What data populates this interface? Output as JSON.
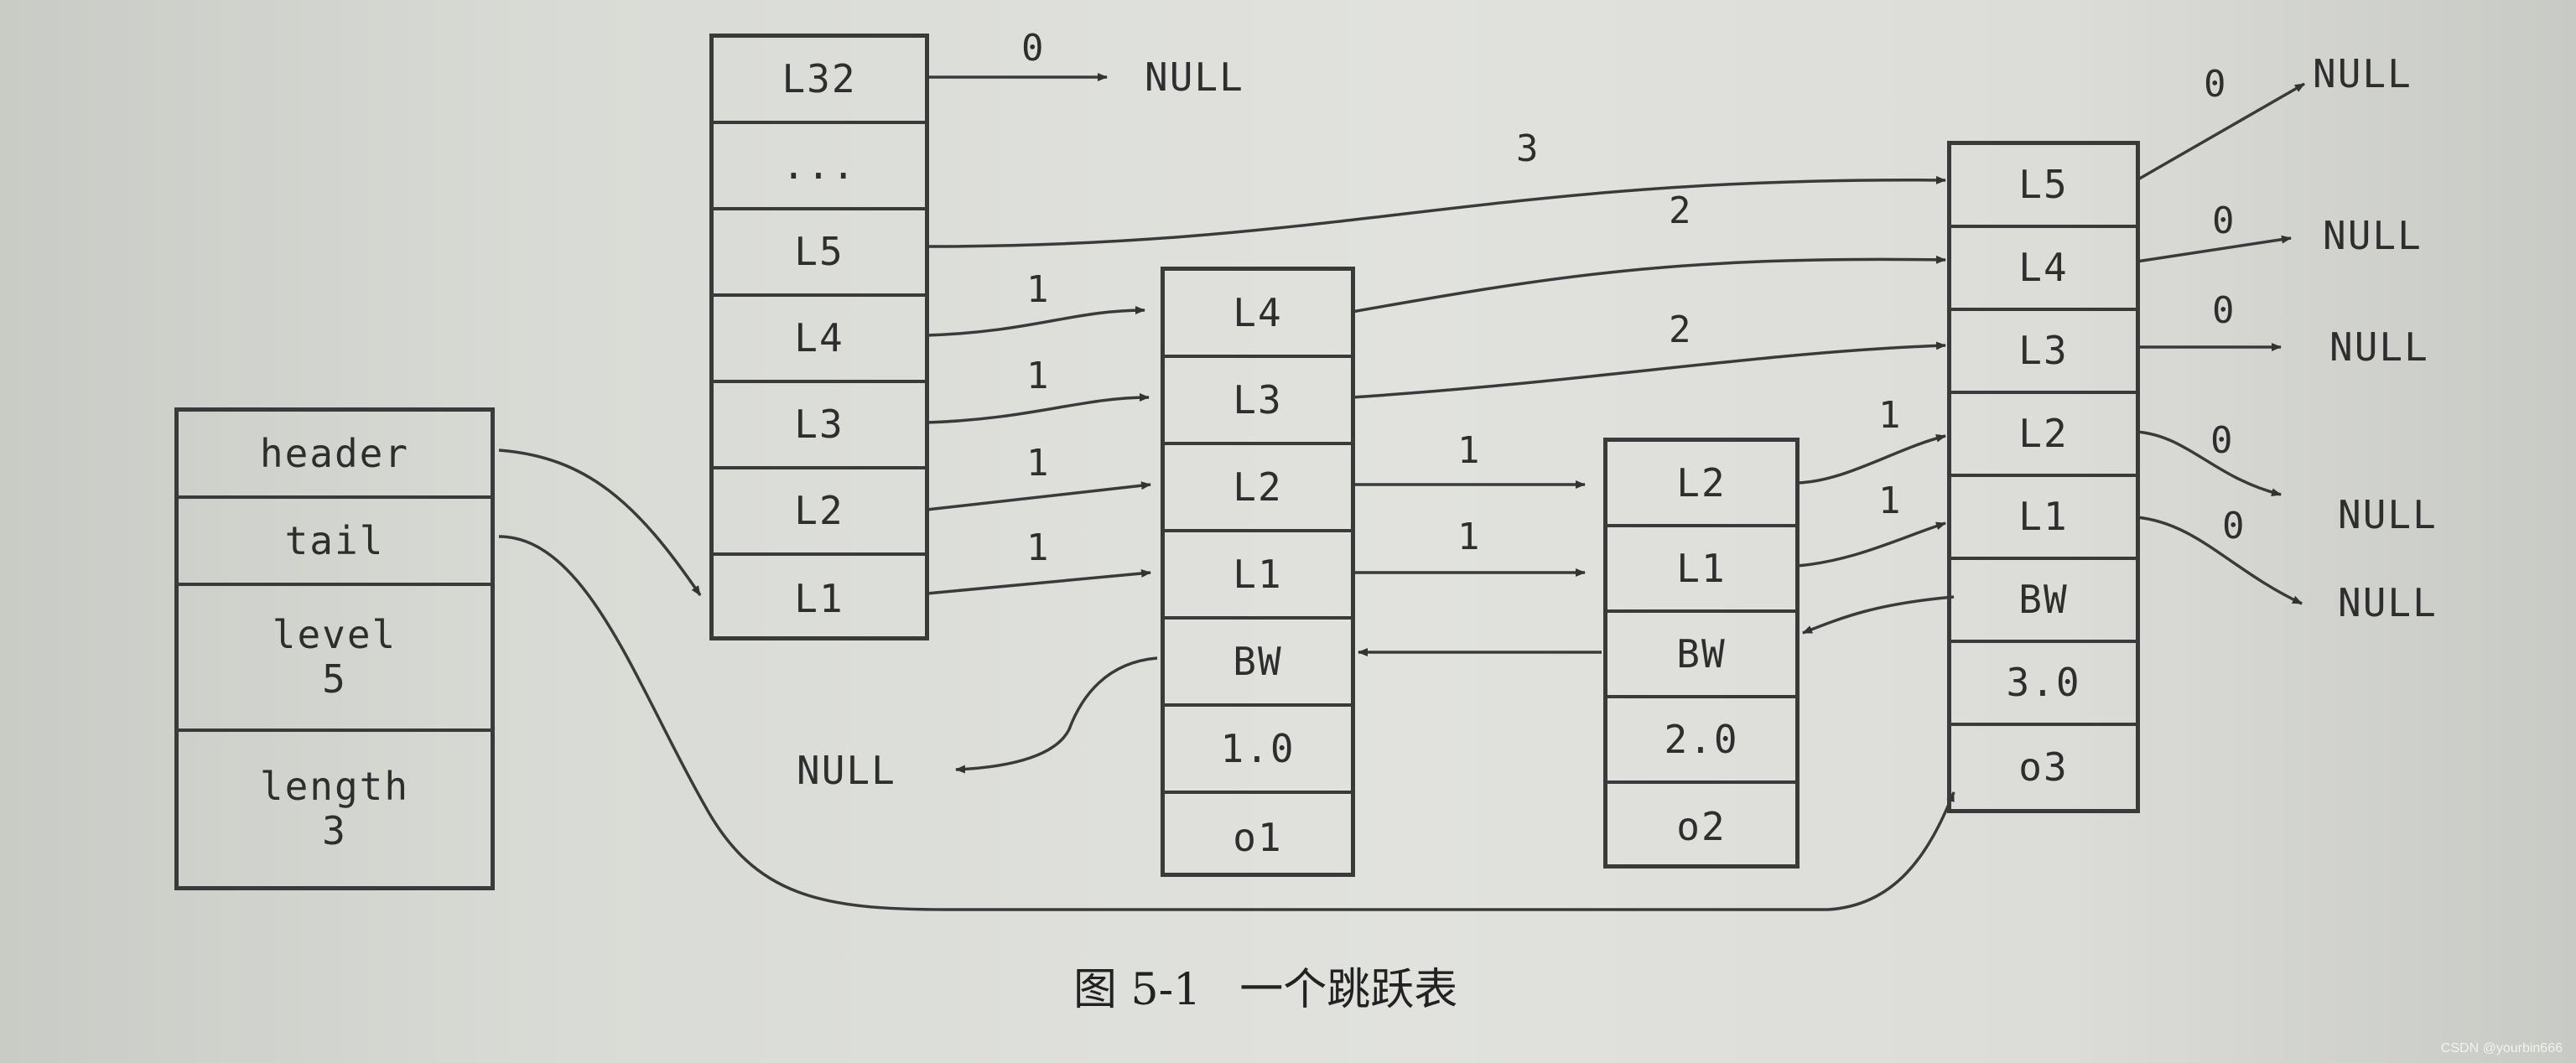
{
  "header_node": {
    "cells": [
      "header",
      "tail"
    ],
    "level_label": "level",
    "level_value": "5",
    "length_label": "length",
    "length_value": "3"
  },
  "head_levels": [
    "L32",
    "...",
    "L5",
    "L4",
    "L3",
    "L2",
    "L1"
  ],
  "node1": {
    "levels": [
      "L4",
      "L3",
      "L2",
      "L1"
    ],
    "backward": "BW",
    "score": "1.0",
    "obj": "o1"
  },
  "node2": {
    "levels": [
      "L2",
      "L1"
    ],
    "backward": "BW",
    "score": "2.0",
    "obj": "o2"
  },
  "node3": {
    "levels": [
      "L5",
      "L4",
      "L3",
      "L2",
      "L1"
    ],
    "backward": "BW",
    "score": "3.0",
    "obj": "o3"
  },
  "null_label": "NULL",
  "spans": {
    "head_L32": "0",
    "head_L5": "3",
    "head_L4": "1",
    "head_L3": "1",
    "head_L2": "1",
    "head_L1": "1",
    "n1_L4": "2",
    "n1_L3": "2",
    "n1_L2": "1",
    "n1_L1": "1",
    "n2_L2": "1",
    "n2_L1": "1",
    "n3_L5": "0",
    "n3_L4": "0",
    "n3_L3": "0",
    "n3_L2": "0",
    "n3_L1": "0"
  },
  "caption": {
    "figure": "图 5-1",
    "title": "一个跳跃表"
  },
  "watermark": "CSDN @yourbin666",
  "colors": {
    "ink": "#3a3a3a",
    "paper": "#dfe0dc"
  }
}
